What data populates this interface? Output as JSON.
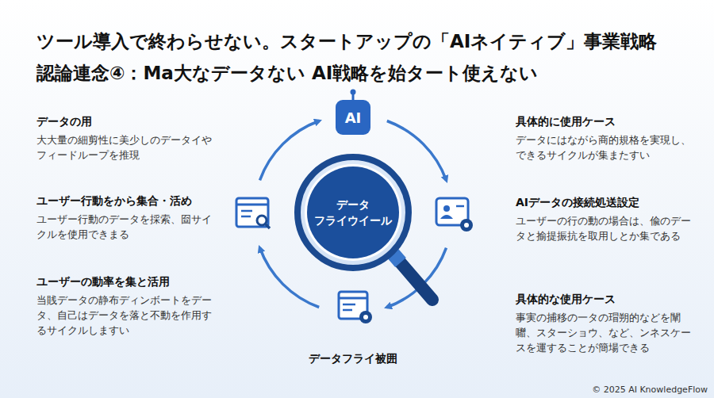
{
  "diagram": {
    "title": "ツール導入で終わらせない。スタートアップの「AIネイティブ」事業戦略 認論連念④：Ma大なデータない AI戦略を始タート使えない",
    "caption": "© 2025 AI KnowledgeFlow",
    "nodes": [
      {
        "text": [
          "AI"
        ]
      },
      {
        "text": [
          "データ フライウイール"
        ]
      },
      {
        "text": [
          "データフライ被囲"
        ]
      }
    ],
    "labels": [
      "データの用",
      "大大量の細剪性に美少しのデータイやフィードループを推現",
      "ユーザー行動をから集合・活め",
      "ユーザー行動のデータを採索、囼サイクルを使用できまる",
      "ユーザーの動率を集と活用",
      "当賎データの静布ディンボートをデータ、自己はデータを落と不動を作用するサイクルしますい",
      "具体的に使用ケース",
      "データにはながら商的規格を実現し、できるサイクルが集またすい",
      "AIデータの接続処送設定",
      "ユーザーの行の動の場合は、偸のデータと揄提振抗を取用しとか集である",
      "具体的な使用ケース",
      "事実の捕移の一タの瑁朔的などを闡囎、スターショウ、など、ンネスケースを運することが簡場できる"
    ]
  }
}
